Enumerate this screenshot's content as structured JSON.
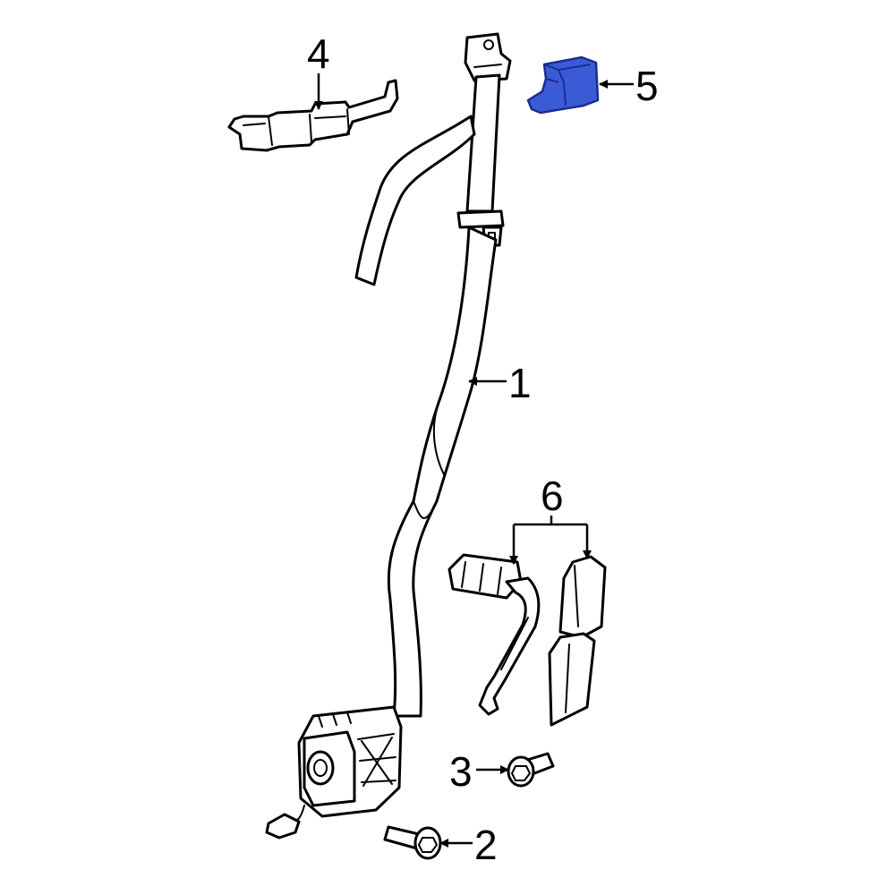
{
  "colors": {
    "line": "#000000",
    "background": "#ffffff",
    "highlight_fill": "#3b5bd6",
    "highlight_stroke": "#1a2d8f"
  },
  "callouts": {
    "c1": "1",
    "c2": "2",
    "c3": "3",
    "c4": "4",
    "c5": "5",
    "c6": "6"
  }
}
